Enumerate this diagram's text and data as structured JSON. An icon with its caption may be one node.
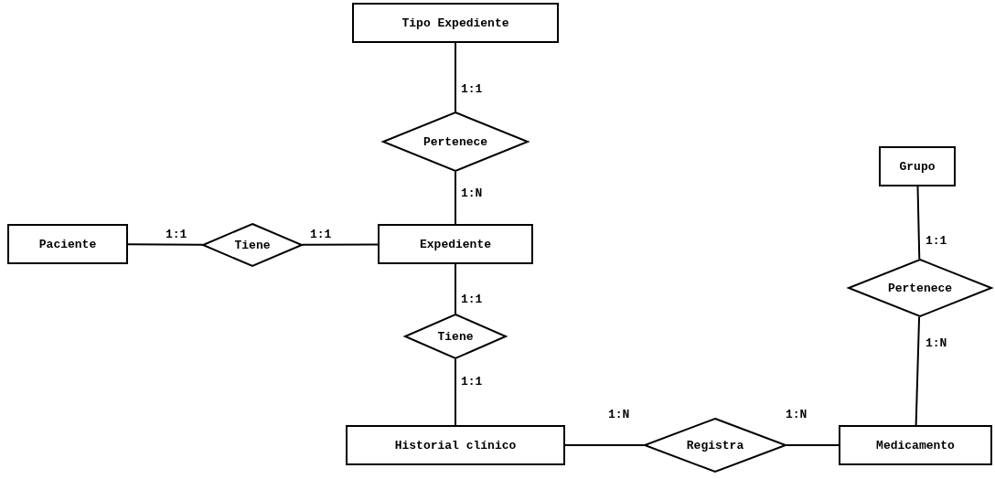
{
  "diagram": {
    "nodes": [
      {
        "text": [
          "Tipo Expediente"
        ]
      },
      {
        "text": [
          "Pertenece"
        ]
      },
      {
        "text": [
          "Paciente"
        ]
      },
      {
        "text": [
          "Tiene"
        ]
      },
      {
        "text": [
          "Expediente"
        ]
      },
      {
        "text": [
          "Tiene"
        ]
      },
      {
        "text": [
          "Historial clínico"
        ]
      },
      {
        "text": [
          "Registra"
        ]
      },
      {
        "text": [
          "Medicamento"
        ]
      },
      {
        "text": [
          "Grupo"
        ]
      },
      {
        "text": [
          "Pertenece"
        ]
      }
    ],
    "edges": [
      {
        "from": 0,
        "to": 1,
        "arrow": "none",
        "label": "1:1"
      },
      {
        "from": 1,
        "to": 4,
        "arrow": "none",
        "label": "1:N"
      },
      {
        "from": 2,
        "to": 3,
        "arrow": "none",
        "label": "1:1"
      },
      {
        "from": 3,
        "to": 4,
        "arrow": "none",
        "label": "1:1"
      },
      {
        "from": 4,
        "to": 5,
        "arrow": "none",
        "label": "1:1"
      },
      {
        "from": 5,
        "to": 6,
        "arrow": "none",
        "label": "1:1"
      },
      {
        "from": 6,
        "to": 7,
        "arrow": "none",
        "label": "1:N"
      },
      {
        "from": 7,
        "to": 8,
        "arrow": "none",
        "label": "1:N"
      },
      {
        "from": 9,
        "to": 10,
        "arrow": "none",
        "label": "1:1"
      },
      {
        "from": 10,
        "to": 8,
        "arrow": "none",
        "label": "1:N"
      }
    ]
  }
}
